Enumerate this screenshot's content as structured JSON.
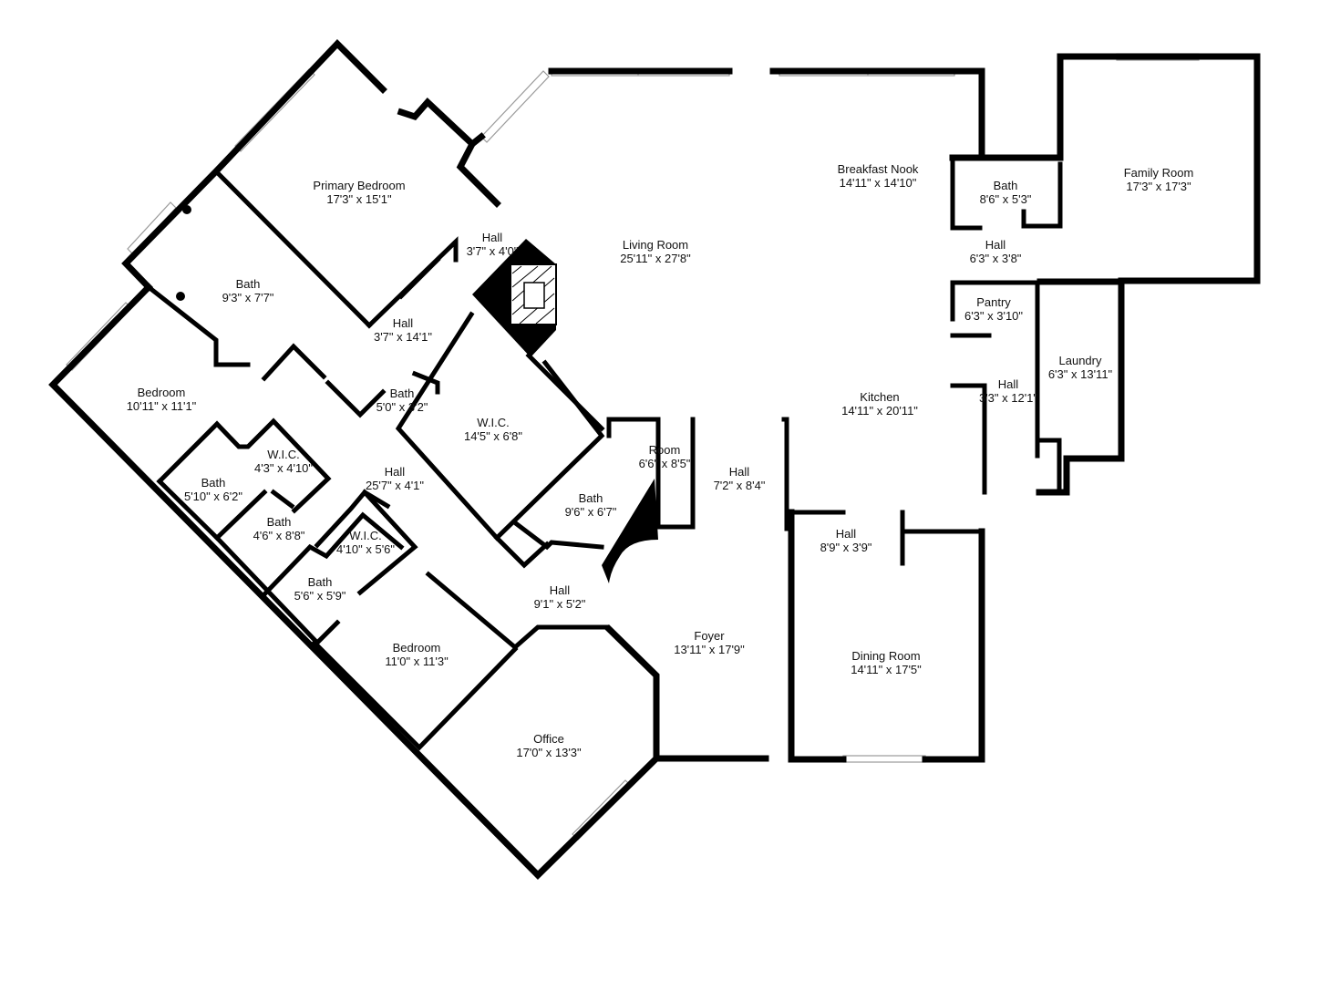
{
  "rooms": [
    {
      "name": "Primary Bedroom",
      "dim": "17'3\" x 15'1\""
    },
    {
      "name": "Bath",
      "dim": "9'3\" x 7'7\""
    },
    {
      "name": "Hall",
      "dim": "3'7\" x 4'0\""
    },
    {
      "name": "Hall",
      "dim": "3'7\" x 14'1\""
    },
    {
      "name": "Living Room",
      "dim": "25'11\" x 27'8\""
    },
    {
      "name": "Breakfast Nook",
      "dim": "14'11\" x 14'10\""
    },
    {
      "name": "Bath",
      "dim": "8'6\" x 5'3\""
    },
    {
      "name": "Family Room",
      "dim": "17'3\" x 17'3\""
    },
    {
      "name": "Hall",
      "dim": "6'3\" x 3'8\""
    },
    {
      "name": "Pantry",
      "dim": "6'3\" x 3'10\""
    },
    {
      "name": "Laundry",
      "dim": "6'3\" x 13'11\""
    },
    {
      "name": "Hall",
      "dim": "3'3\" x 12'1\""
    },
    {
      "name": "Kitchen",
      "dim": "14'11\" x 20'11\""
    },
    {
      "name": "Bedroom",
      "dim": "10'11\" x 11'1\""
    },
    {
      "name": "Bath",
      "dim": "5'0\" x 3'2\""
    },
    {
      "name": "W.I.C.",
      "dim": "14'5\" x 6'8\""
    },
    {
      "name": "W.I.C.",
      "dim": "4'3\" x 4'10\""
    },
    {
      "name": "Bath",
      "dim": "5'10\" x 6'2\""
    },
    {
      "name": "Hall",
      "dim": "25'7\" x 4'1\""
    },
    {
      "name": "Room",
      "dim": "6'6\" x 8'5\""
    },
    {
      "name": "Hall",
      "dim": "7'2\" x 8'4\""
    },
    {
      "name": "Bath",
      "dim": "9'6\" x 6'7\""
    },
    {
      "name": "Bath",
      "dim": "4'6\" x 8'8\""
    },
    {
      "name": "W.I.C.",
      "dim": "4'10\" x 5'6\""
    },
    {
      "name": "Hall",
      "dim": "8'9\" x 3'9\""
    },
    {
      "name": "Bath",
      "dim": "5'6\" x 5'9\""
    },
    {
      "name": "Hall",
      "dim": "9'1\" x 5'2\""
    },
    {
      "name": "Foyer",
      "dim": "13'11\" x 17'9\""
    },
    {
      "name": "Bedroom",
      "dim": "11'0\" x 11'3\""
    },
    {
      "name": "Dining Room",
      "dim": "14'11\" x 17'5\""
    },
    {
      "name": "Office",
      "dim": "17'0\" x 13'3\""
    }
  ]
}
